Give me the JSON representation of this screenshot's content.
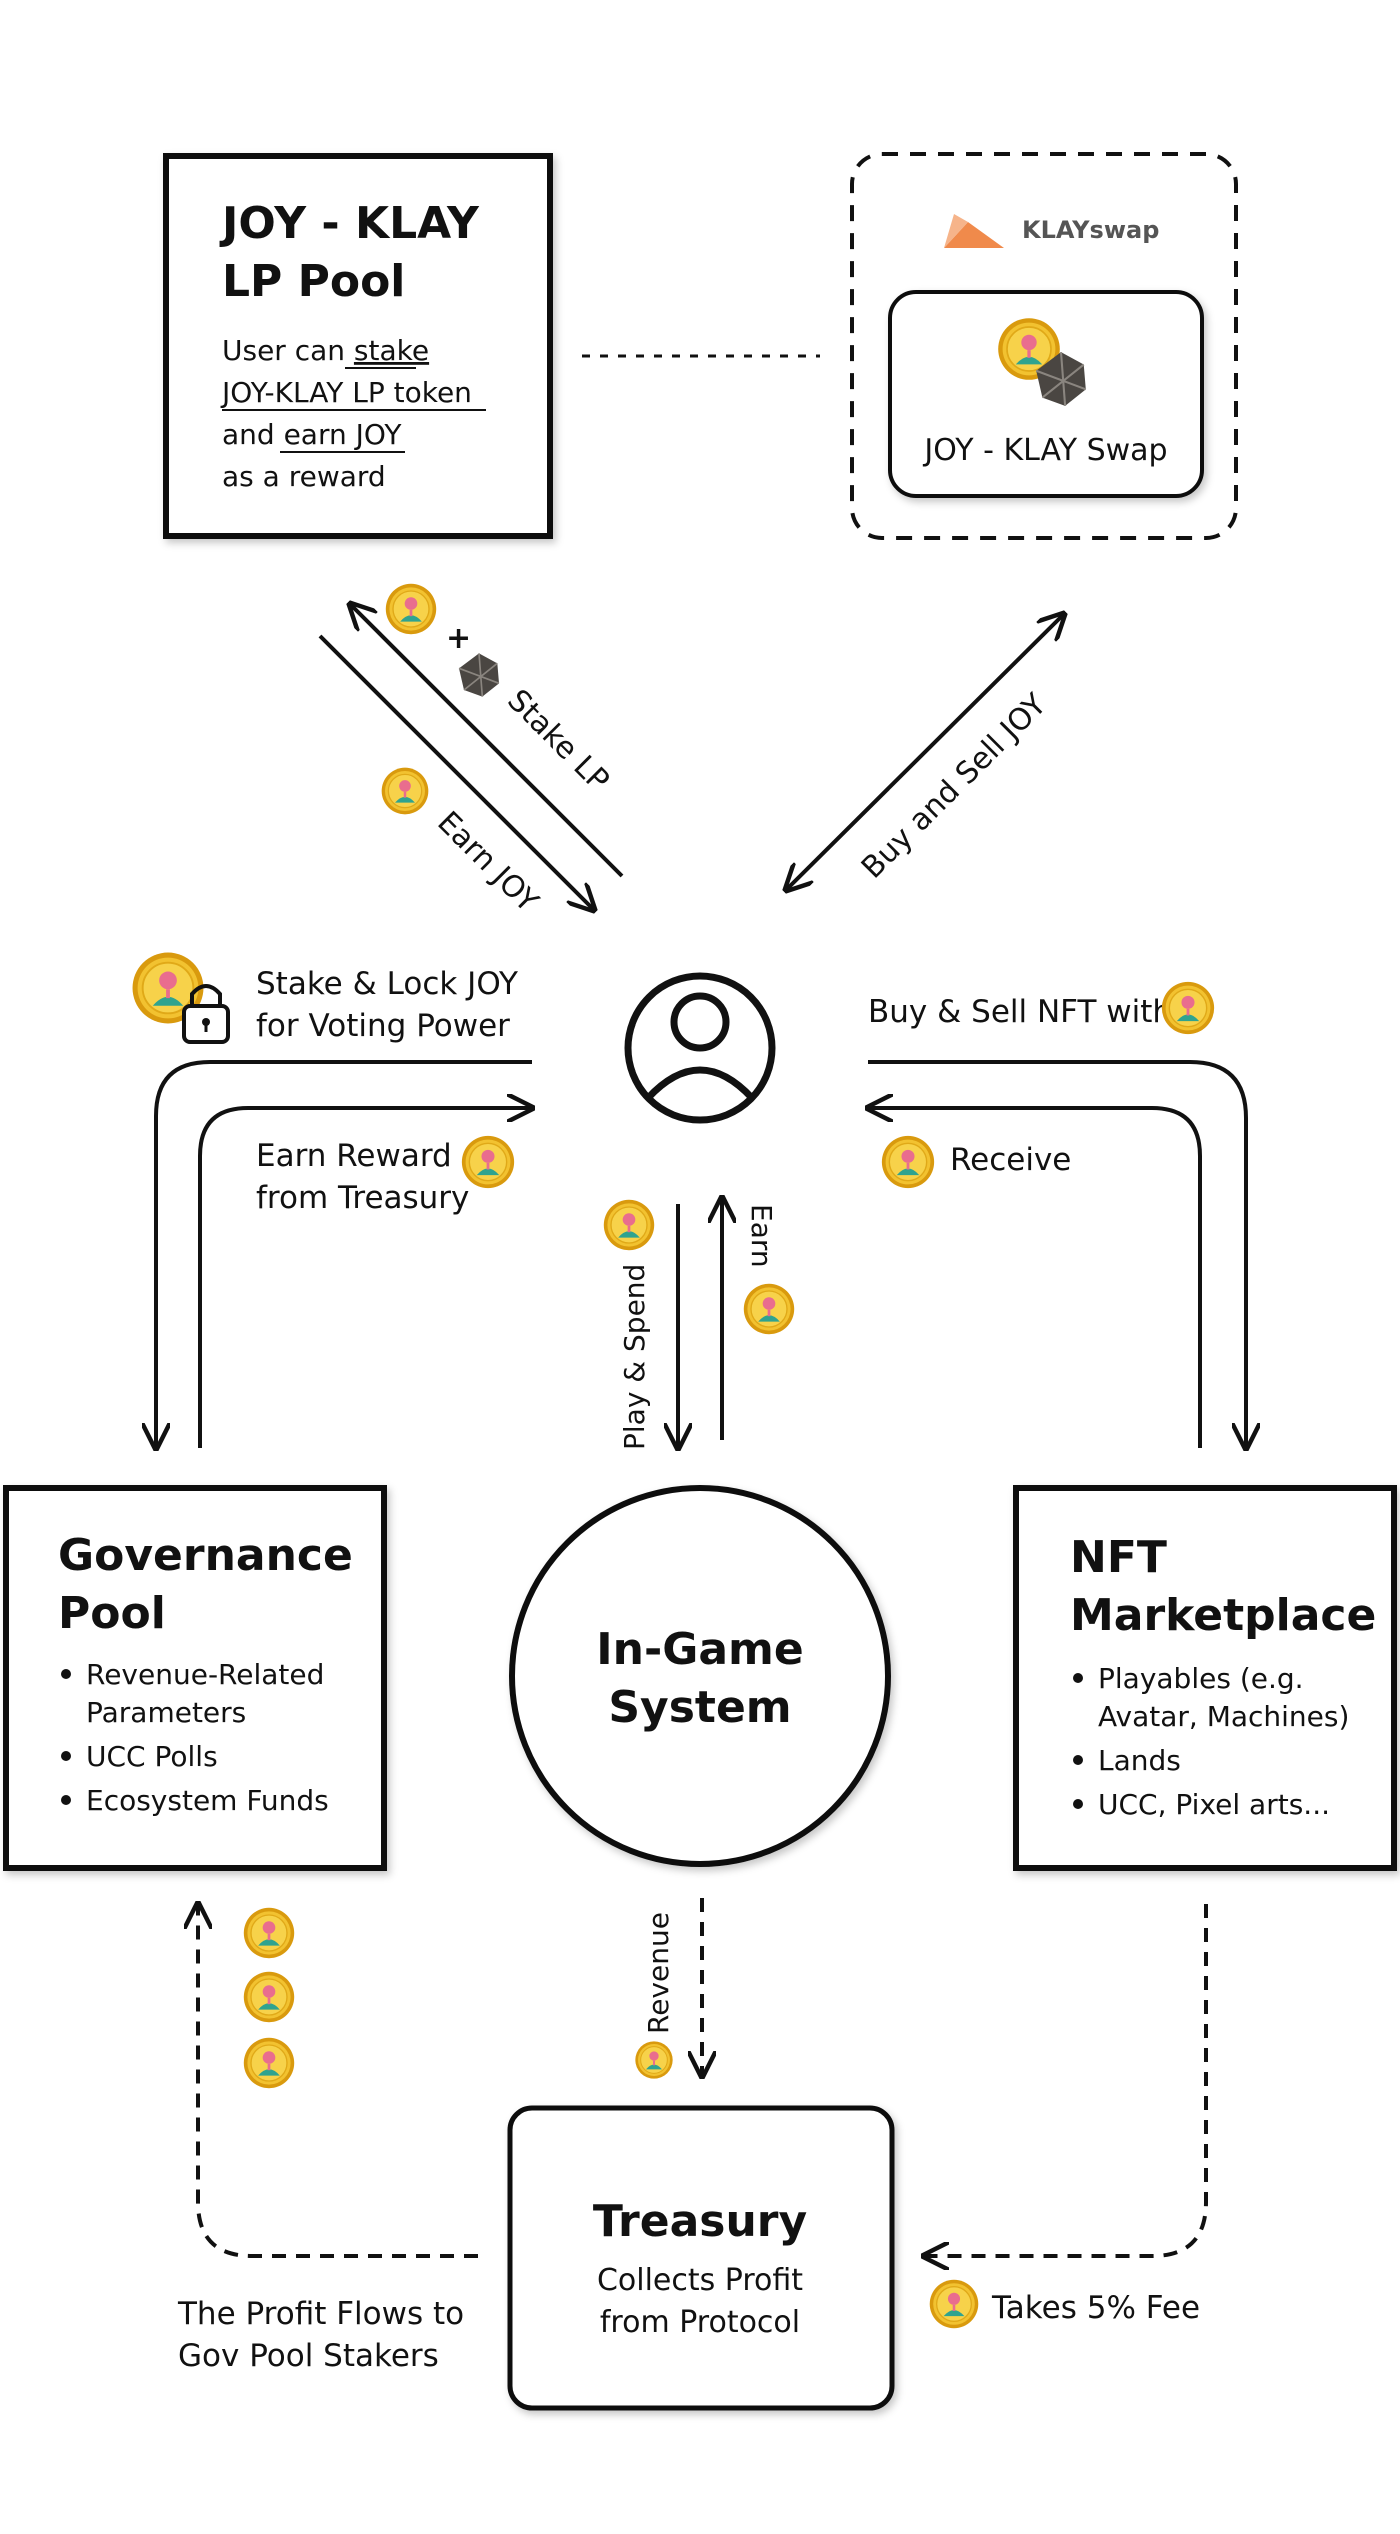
{
  "lp_pool": {
    "title_line1": "JOY - KLAY",
    "title_line2": "LP Pool",
    "desc_line1_prefix": "User can ",
    "desc_line1_link": "stake",
    "desc_line2": "JOY-KLAY LP token",
    "desc_line3_prefix": "and ",
    "desc_line3_link": "earn JOY",
    "desc_line4": "as a reward"
  },
  "klayswap": {
    "brand": "KLAYswap",
    "swap_label": "JOY - KLAY Swap",
    "brand_color": "#f08a4b"
  },
  "edges": {
    "stake_lp": "Stake LP",
    "earn_joy": "Earn JOY",
    "buy_sell_joy": "Buy and Sell JOY",
    "stake_lock_line1": "Stake & Lock JOY",
    "stake_lock_line2": "for Voting Power",
    "earn_reward_line1": "Earn Reward",
    "earn_reward_line2": "from Treasury",
    "buy_sell_nft": "Buy & Sell NFT with",
    "receive": "Receive",
    "play_spend": "Play & Spend",
    "earn": "Earn",
    "revenue": "Revenue",
    "profit_flows_line1": "The Profit Flows to",
    "profit_flows_line2": "Gov Pool Stakers",
    "takes_fee": "Takes 5% Fee"
  },
  "governance": {
    "title_line1": "Governance",
    "title_line2": "Pool",
    "bullets": [
      "Revenue-Related",
      "Parameters",
      "UCC Polls",
      "Ecosystem Funds"
    ]
  },
  "in_game": {
    "title_line1": "In-Game",
    "title_line2": "System"
  },
  "nft": {
    "title_line1": "NFT",
    "title_line2": "Marketplace",
    "bullets": [
      "Playables (e.g.",
      "Avatar, Machines)",
      "Lands",
      "UCC, Pixel arts..."
    ]
  },
  "treasury": {
    "title": "Treasury",
    "desc_line1": "Collects Profit",
    "desc_line2": "from Protocol"
  },
  "icons": [
    "joy-coin-icon",
    "klay-token-icon",
    "user-icon",
    "lock-icon",
    "klayswap-logo-icon"
  ],
  "colors": {
    "coin_gold": "#f2c230",
    "coin_rim": "#d99a0e",
    "coin_figure_pink": "#e96d8e",
    "coin_figure_teal": "#2fa38f",
    "klay_gray": "#4a4642"
  }
}
